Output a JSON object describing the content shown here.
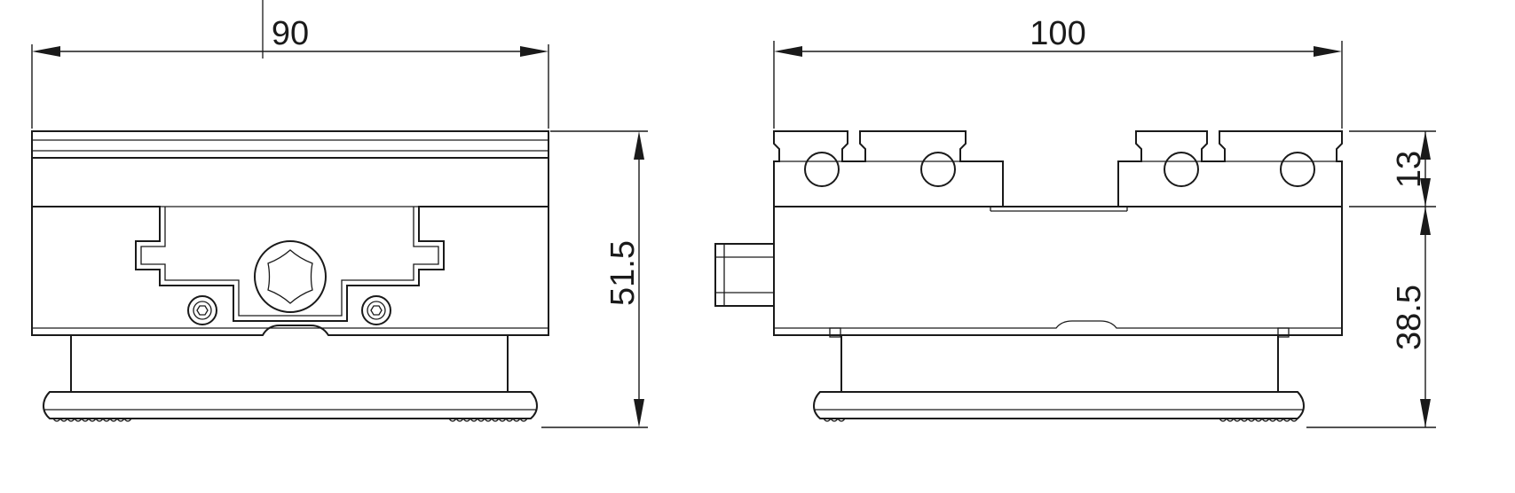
{
  "dimensions": {
    "front_width": "90",
    "side_width": "100",
    "front_height": "51.5",
    "jaw_height": "13",
    "body_height": "38.5"
  }
}
